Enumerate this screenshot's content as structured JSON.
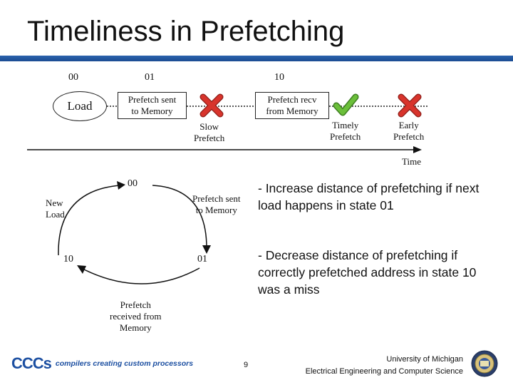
{
  "title": "Timeliness in Prefetching",
  "colors": {
    "accent_bar": "#1f56a0",
    "cross": "#d8342c",
    "check": "#6bbf3a",
    "logo_blue": "#1c4fa1"
  },
  "timeline": {
    "state_labels": [
      "00",
      "01",
      "10"
    ],
    "load_label": "Load",
    "prefetch_sent_label": "Prefetch sent\nto Memory",
    "prefetch_recv_label": "Prefetch recv\nfrom Memory",
    "slow_prefetch_label": "Slow\nPrefetch",
    "timely_prefetch_label": "Timely\nPrefetch",
    "early_prefetch_label": "Early\nPrefetch",
    "time_label": "Time"
  },
  "state_machine": {
    "state_00": "00",
    "state_01": "01",
    "state_10": "10",
    "new_load_label": "New\nLoad",
    "prefetch_sent_label": "Prefetch sent\nto Memory",
    "prefetch_received_label": "Prefetch\nreceived from\nMemory"
  },
  "bullets": [
    "- Increase distance of prefetching if next load happens in state 01",
    "- Decrease distance of prefetching if correctly prefetched address in state 10 was a miss"
  ],
  "footer": {
    "logo_text": "CCCs",
    "tagline": "compilers creating custom processors",
    "page_number": "9",
    "university_line1": "University of Michigan",
    "university_line2": "Electrical Engineering and Computer Science"
  }
}
